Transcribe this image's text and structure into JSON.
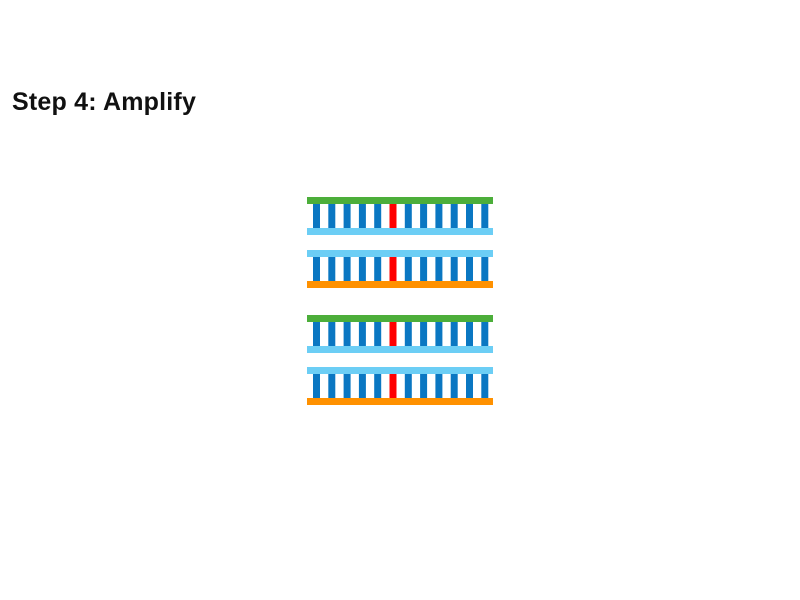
{
  "title": "Step 4: Amplify",
  "colors": {
    "green_strand": "#4cae3a",
    "orange_strand": "#ff9100",
    "light_blue_strand": "#6ccef5",
    "rung": "#0a77c2",
    "mismatch_rung": "#ff0000"
  },
  "duplexes": [
    {
      "top": "green_strand",
      "bottom": "light_blue_strand"
    },
    {
      "top": "light_blue_strand",
      "bottom": "orange_strand"
    },
    {
      "top": "green_strand",
      "bottom": "light_blue_strand"
    },
    {
      "top": "light_blue_strand",
      "bottom": "orange_strand"
    }
  ],
  "rungs_per_duplex": 12,
  "mismatch_rung_index": 5
}
